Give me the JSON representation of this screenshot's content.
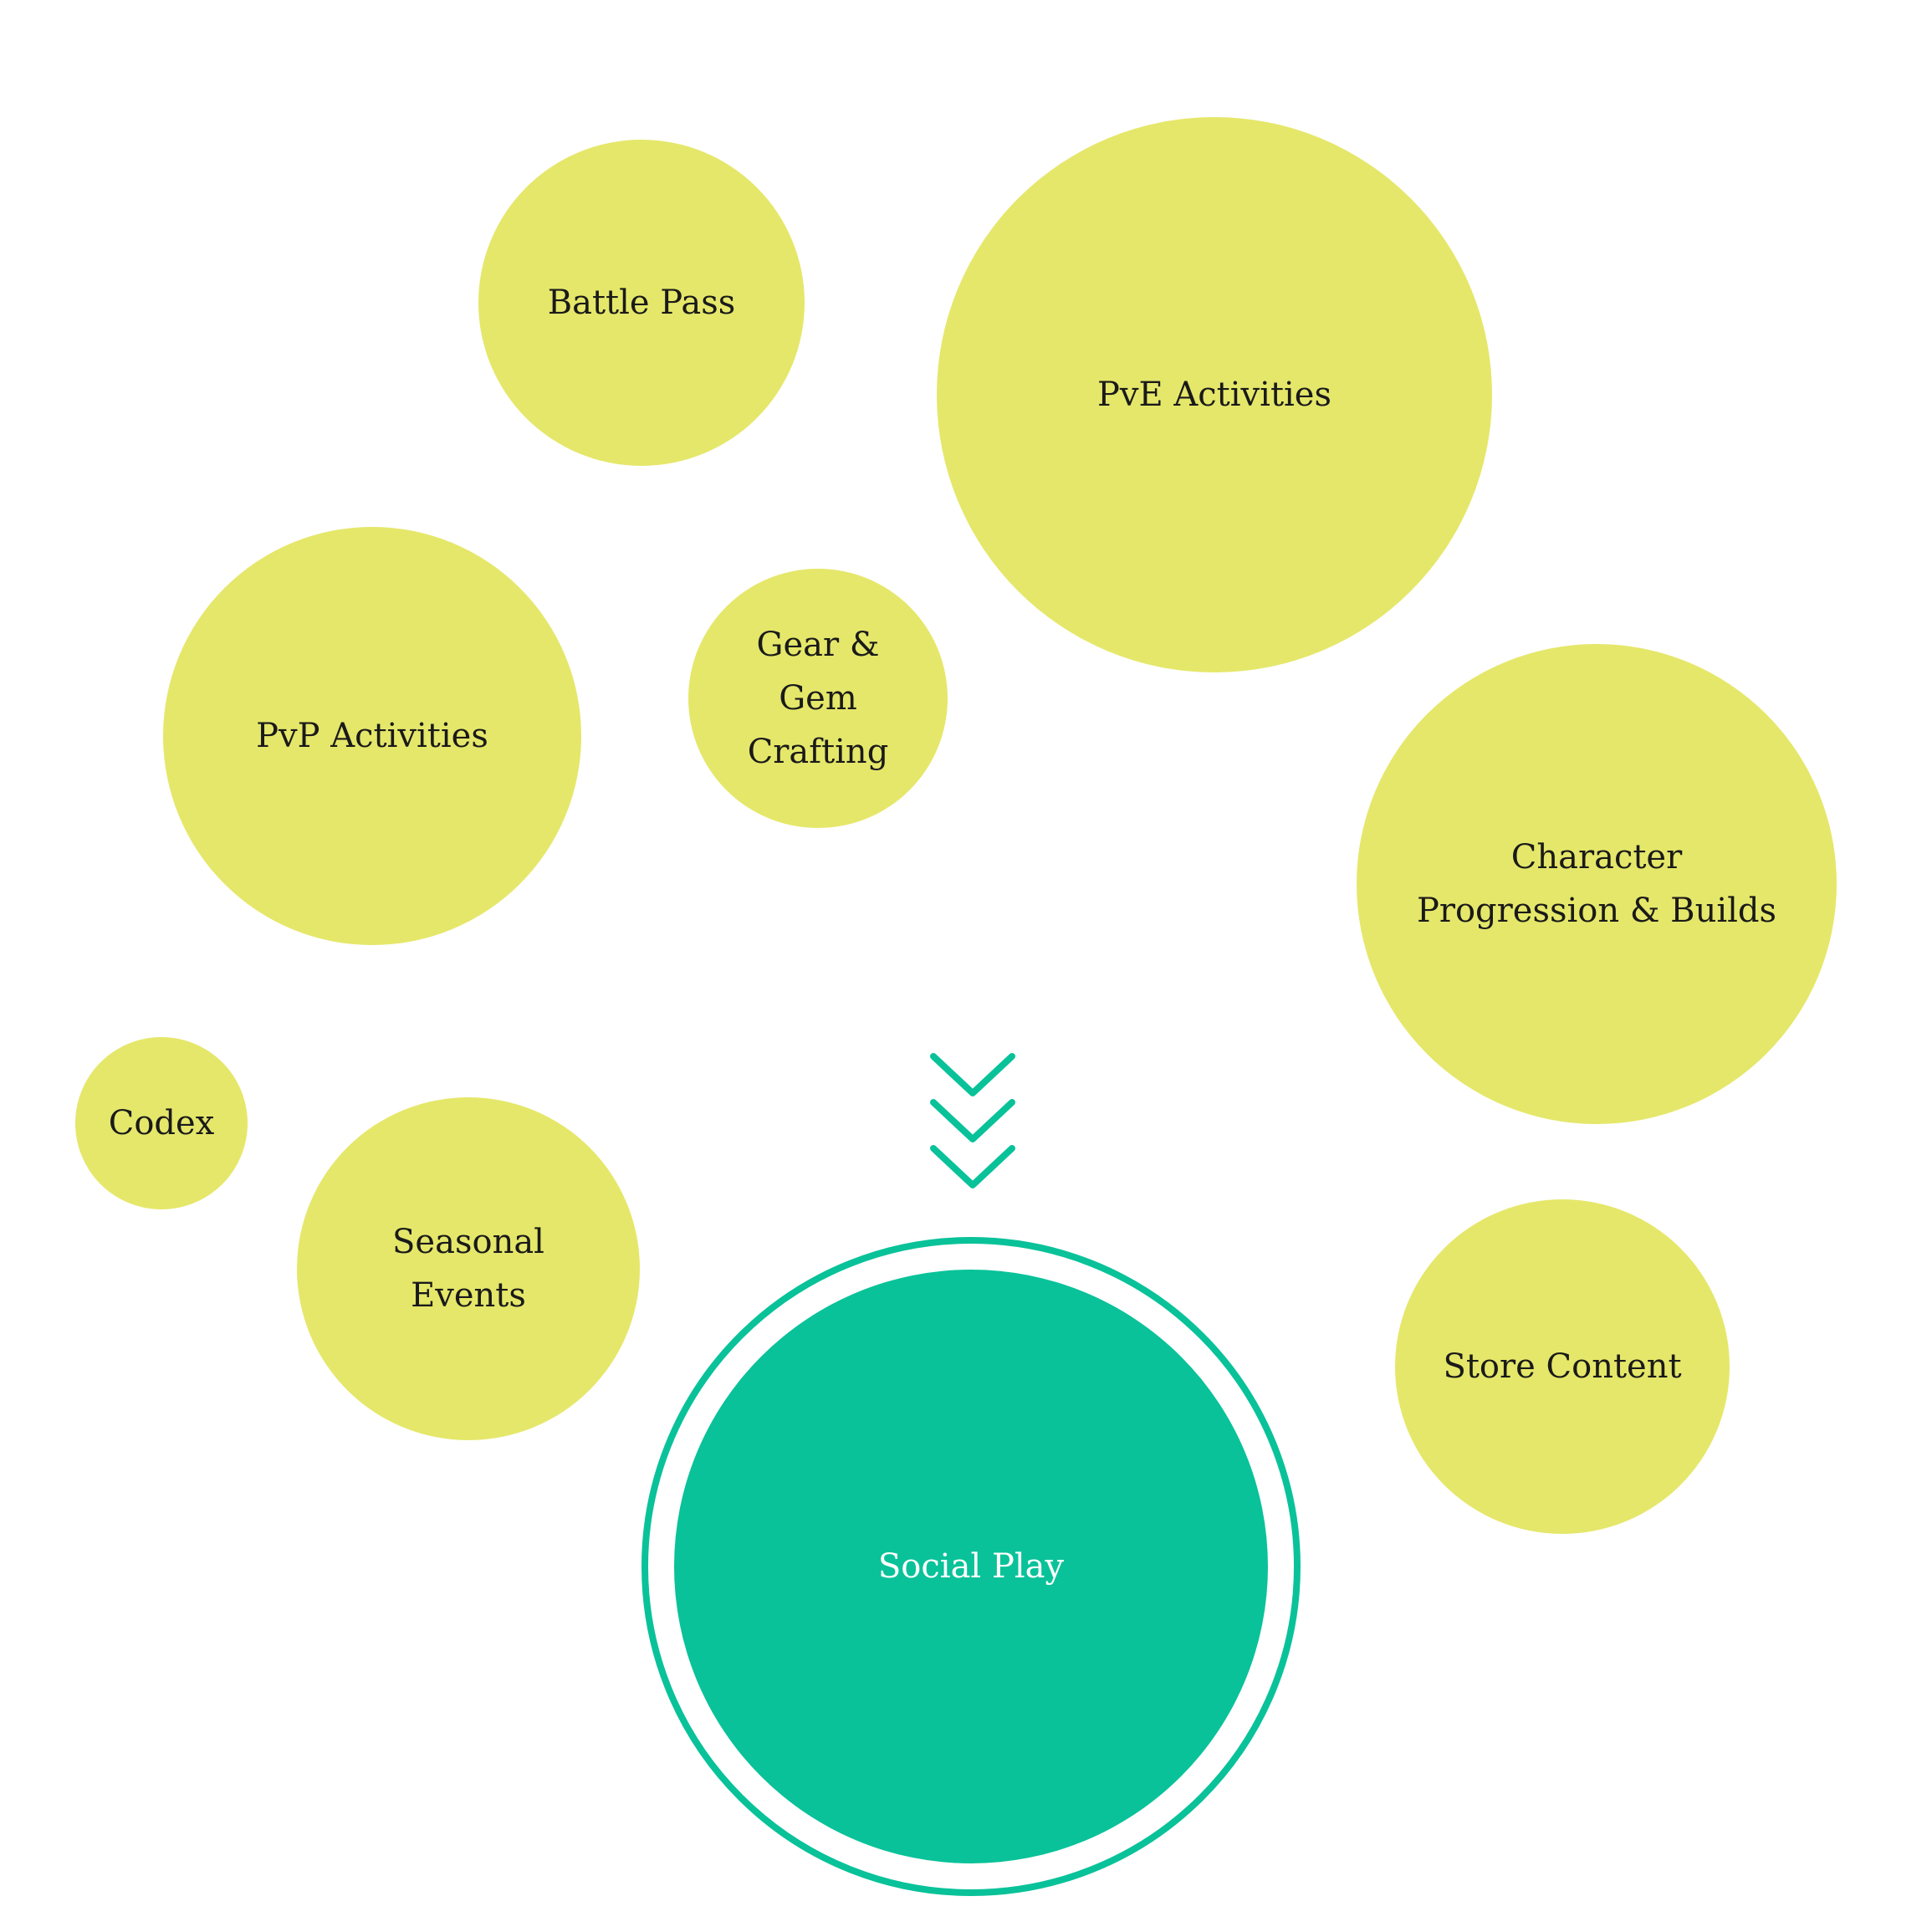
{
  "diagram": {
    "center": {
      "label": "Social Play",
      "color": "#09c299",
      "label_color": "#ffffff"
    },
    "bubble_color": "#e5e76a",
    "nodes": [
      {
        "id": "battle-pass",
        "label": "Battle Pass"
      },
      {
        "id": "pve-activities",
        "label": "PvE Activities"
      },
      {
        "id": "pvp-activities",
        "label": "PvP Activities"
      },
      {
        "id": "gear-gem-crafting",
        "label": "Gear &\nGem\nCrafting"
      },
      {
        "id": "character-progression",
        "label": "Character\nProgression & Builds"
      },
      {
        "id": "codex",
        "label": "Codex"
      },
      {
        "id": "seasonal-events",
        "label": "Seasonal\nEvents"
      },
      {
        "id": "store-content",
        "label": "Store Content"
      }
    ],
    "connector_icon": "triple-chevron-down-icon"
  }
}
